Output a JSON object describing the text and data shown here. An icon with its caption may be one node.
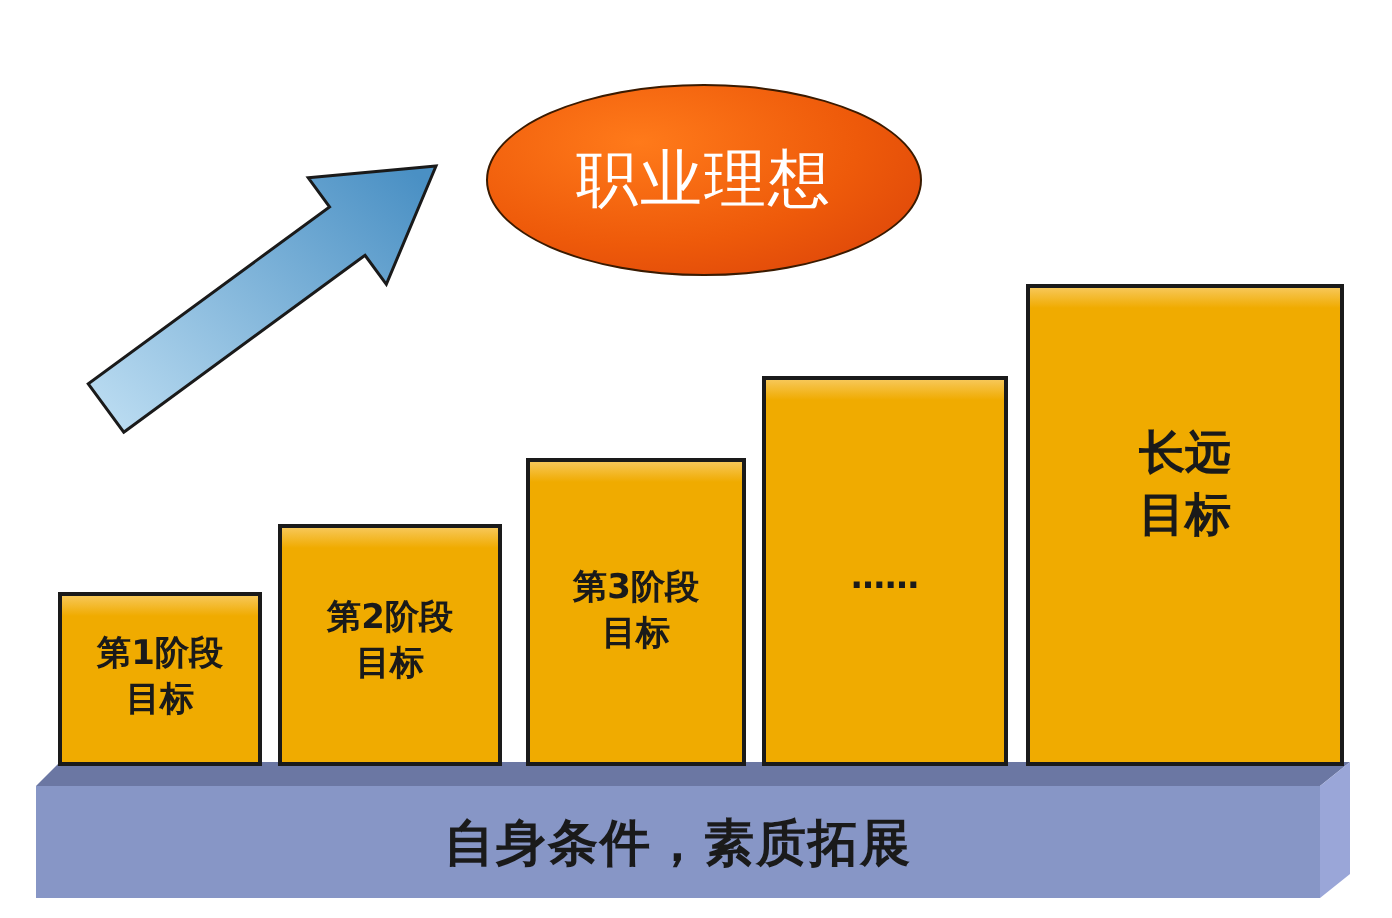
{
  "diagram": {
    "nodes": [
      {
        "text": [
          "职业理想"
        ]
      },
      {
        "text": [
          "第1阶段目标"
        ]
      },
      {
        "text": [
          "第2阶段目标"
        ]
      },
      {
        "text": [
          "第3阶段目标"
        ]
      },
      {
        "text": [
          "……"
        ]
      },
      {
        "text": [
          "长远目标"
        ]
      },
      {
        "text": [
          "自身条件，素质拓展"
        ]
      }
    ]
  }
}
